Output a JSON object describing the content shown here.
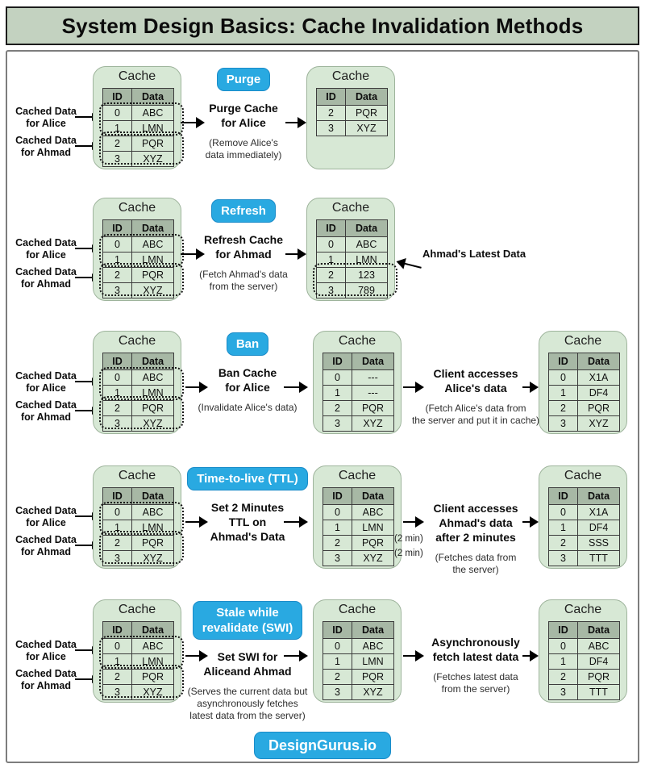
{
  "title": "System Design Basics: Cache Invalidation Methods",
  "footer": {
    "brand": "DesignGurus.io"
  },
  "colors": {
    "badge_blue": "#29a9e1",
    "panel_green": "#d7e8d5",
    "header_green": "#a7b8a5",
    "title_bg": "#c3d2c0"
  },
  "rows": [
    {
      "badge_lines": [
        "Purge"
      ],
      "labels": [
        [
          "Cached Data",
          "for Alice"
        ],
        [
          "Cached Data",
          "for Ahmad"
        ]
      ],
      "caches": [
        {
          "title": "Cache",
          "headers": [
            "ID",
            "Data"
          ],
          "rows": [
            [
              "0",
              "ABC"
            ],
            [
              "1",
              "LMN"
            ],
            [
              "2",
              "PQR"
            ],
            [
              "3",
              "XYZ"
            ]
          ],
          "groups": [
            [
              0,
              1
            ],
            [
              2,
              3
            ]
          ]
        },
        {
          "title": "Cache",
          "headers": [
            "ID",
            "Data"
          ],
          "rows": [
            [
              "2",
              "PQR"
            ],
            [
              "3",
              "XYZ"
            ]
          ]
        }
      ],
      "actions": [
        {
          "title_lines": [
            "Purge Cache",
            "for Alice"
          ],
          "note_lines": [
            "(Remove Alice's",
            "data immediately)"
          ]
        }
      ]
    },
    {
      "badge_lines": [
        "Refresh"
      ],
      "labels": [
        [
          "Cached Data",
          "for Alice"
        ],
        [
          "Cached Data",
          "for Ahmad"
        ]
      ],
      "caches": [
        {
          "title": "Cache",
          "headers": [
            "ID",
            "Data"
          ],
          "rows": [
            [
              "0",
              "ABC"
            ],
            [
              "1",
              "LMN"
            ],
            [
              "2",
              "PQR"
            ],
            [
              "3",
              "XYZ"
            ]
          ],
          "groups": [
            [
              0,
              1
            ],
            [
              2,
              3
            ]
          ]
        },
        {
          "title": "Cache",
          "headers": [
            "ID",
            "Data"
          ],
          "rows": [
            [
              "0",
              "ABC"
            ],
            [
              "1",
              "LMN"
            ],
            [
              "2",
              "123"
            ],
            [
              "3",
              "789"
            ]
          ],
          "groups": [
            [
              2,
              3
            ]
          ]
        }
      ],
      "actions": [
        {
          "title_lines": [
            "Refresh Cache",
            "for Ahmad"
          ],
          "note_lines": [
            "(Fetch Ahmad's data",
            "from the server)"
          ]
        }
      ],
      "annotation": {
        "text": "Ahmad's Latest Data"
      }
    },
    {
      "badge_lines": [
        "Ban"
      ],
      "labels": [
        [
          "Cached Data",
          "for Alice"
        ],
        [
          "Cached Data",
          "for Ahmad"
        ]
      ],
      "caches": [
        {
          "title": "Cache",
          "headers": [
            "ID",
            "Data"
          ],
          "rows": [
            [
              "0",
              "ABC"
            ],
            [
              "1",
              "LMN"
            ],
            [
              "2",
              "PQR"
            ],
            [
              "3",
              "XYZ"
            ]
          ],
          "groups": [
            [
              0,
              1
            ],
            [
              2,
              3
            ]
          ]
        },
        {
          "title": "Cache",
          "headers": [
            "ID",
            "Data"
          ],
          "rows": [
            [
              "0",
              "---"
            ],
            [
              "1",
              "---"
            ],
            [
              "2",
              "PQR"
            ],
            [
              "3",
              "XYZ"
            ]
          ]
        },
        {
          "title": "Cache",
          "headers": [
            "ID",
            "Data"
          ],
          "rows": [
            [
              "0",
              "X1A"
            ],
            [
              "1",
              "DF4"
            ],
            [
              "2",
              "PQR"
            ],
            [
              "3",
              "XYZ"
            ]
          ]
        }
      ],
      "actions": [
        {
          "title_lines": [
            "Ban Cache",
            "for Alice"
          ],
          "note_lines": [
            "(Invalidate Alice's data)"
          ]
        },
        {
          "title_lines": [
            "Client accesses",
            "Alice's data"
          ],
          "note_lines": [
            "(Fetch Alice's data from",
            "the server and put it in cache)"
          ]
        }
      ]
    },
    {
      "badge_lines": [
        "Time-to-live (TTL)"
      ],
      "labels": [
        [
          "Cached Data",
          "for Alice"
        ],
        [
          "Cached Data",
          "for Ahmad"
        ]
      ],
      "caches": [
        {
          "title": "Cache",
          "headers": [
            "ID",
            "Data"
          ],
          "rows": [
            [
              "0",
              "ABC"
            ],
            [
              "1",
              "LMN"
            ],
            [
              "2",
              "PQR"
            ],
            [
              "3",
              "XYZ"
            ]
          ],
          "groups": [
            [
              0,
              1
            ],
            [
              2,
              3
            ]
          ]
        },
        {
          "title": "Cache",
          "headers": [
            "ID",
            "Data"
          ],
          "rows": [
            [
              "0",
              "ABC"
            ],
            [
              "1",
              "LMN"
            ],
            [
              "2",
              "PQR"
            ],
            [
              "3",
              "XYZ"
            ]
          ],
          "side_notes": [
            {
              "row": 2,
              "text": "(2 min)"
            },
            {
              "row": 3,
              "text": "(2 min)"
            }
          ]
        },
        {
          "title": "Cache",
          "headers": [
            "ID",
            "Data"
          ],
          "rows": [
            [
              "0",
              "X1A"
            ],
            [
              "1",
              "DF4"
            ],
            [
              "2",
              "SSS"
            ],
            [
              "3",
              "TTT"
            ]
          ]
        }
      ],
      "actions": [
        {
          "title_lines": [
            "Set 2 Minutes",
            "TTL on",
            "Ahmad's Data"
          ]
        },
        {
          "title_lines": [
            "Client accesses",
            "Ahmad's data",
            "after 2 minutes"
          ],
          "note_lines": [
            "(Fetches data from",
            "the server)"
          ]
        }
      ]
    },
    {
      "badge_lines": [
        "Stale while",
        "revalidate (SWI)"
      ],
      "labels": [
        [
          "Cached Data",
          "for Alice"
        ],
        [
          "Cached Data",
          "for Ahmad"
        ]
      ],
      "caches": [
        {
          "title": "Cache",
          "headers": [
            "ID",
            "Data"
          ],
          "rows": [
            [
              "0",
              "ABC"
            ],
            [
              "1",
              "LMN"
            ],
            [
              "2",
              "PQR"
            ],
            [
              "3",
              "XYZ"
            ]
          ],
          "groups": [
            [
              0,
              1
            ],
            [
              2,
              3
            ]
          ]
        },
        {
          "title": "Cache",
          "headers": [
            "ID",
            "Data"
          ],
          "rows": [
            [
              "0",
              "ABC"
            ],
            [
              "1",
              "LMN"
            ],
            [
              "2",
              "PQR"
            ],
            [
              "3",
              "XYZ"
            ]
          ]
        },
        {
          "title": "Cache",
          "headers": [
            "ID",
            "Data"
          ],
          "rows": [
            [
              "0",
              "ABC"
            ],
            [
              "1",
              "DF4"
            ],
            [
              "2",
              "PQR"
            ],
            [
              "3",
              "TTT"
            ]
          ]
        }
      ],
      "actions": [
        {
          "title_lines": [
            "Set SWI for",
            "Aliceand Ahmad"
          ],
          "note_lines": [
            "(Serves the current data but",
            "asynchronously fetches",
            "latest data from the server)"
          ]
        },
        {
          "title_lines": [
            "Asynchronously",
            "fetch latest data"
          ],
          "note_lines": [
            "(Fetches latest data",
            "from the server)"
          ]
        }
      ]
    }
  ]
}
